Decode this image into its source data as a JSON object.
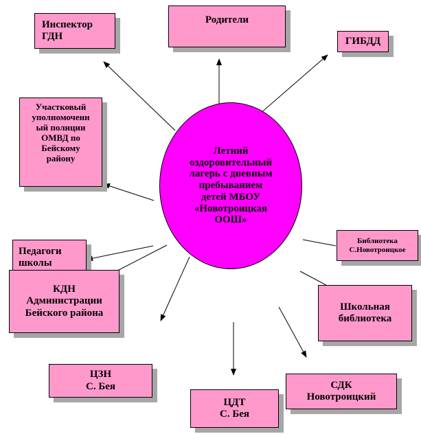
{
  "center": {
    "text": "Летний\nоздоровительный\nлагерь с дневным\nпребыванием\nдетей МБОУ\n«Новотроицкая\nООШ»"
  },
  "nodes": [
    {
      "id": "inspector",
      "text": "Инспектор\nГДН"
    },
    {
      "id": "parents",
      "text": "Родители"
    },
    {
      "id": "gibdd",
      "text": "ГИБДД"
    },
    {
      "id": "police",
      "text": "Участковый\nуполномоченн\nый полиции\nОМВД по\nБейскому\nрайону"
    },
    {
      "id": "teachers",
      "text": "Педагоги\nшколы"
    },
    {
      "id": "kdn",
      "text": "КДН\nАдминистрации\nБейского района"
    },
    {
      "id": "czn",
      "text": "ЦЗН\nС. Бея"
    },
    {
      "id": "cdt",
      "text": "ЦДТ\nС. Бея"
    },
    {
      "id": "sdk",
      "text": "СДК\nНовотроицкий"
    },
    {
      "id": "school-library",
      "text": "Школьная\nбиблиотека"
    },
    {
      "id": "village-library",
      "text": "Библиотека\nС.Новотроицкое"
    }
  ],
  "colors": {
    "box": "#ff99cc",
    "center": "#ff00ff",
    "shadow": "#a6a6a6",
    "line": "#000000"
  }
}
